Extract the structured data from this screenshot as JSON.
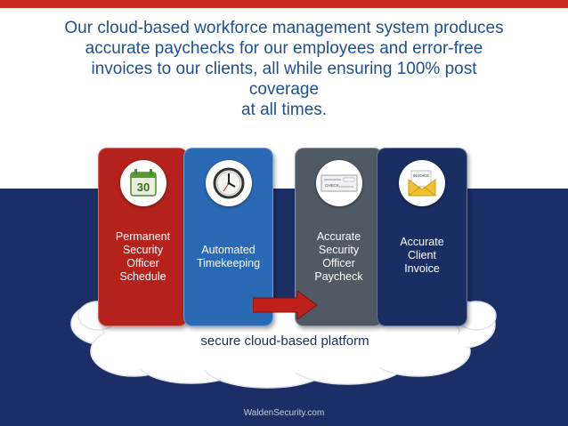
{
  "headline": {
    "lines": [
      "Our cloud-based workforce management system produces",
      "accurate paychecks for our employees and error-free",
      "invoices to our clients, all while ensuring 100% post",
      "coverage",
      "at all times."
    ]
  },
  "cards": [
    {
      "icon": "calendar-icon",
      "icon_text": "30",
      "color": "#b5221c",
      "lines": [
        "Permanent",
        "Security",
        "Officer",
        "Schedule"
      ]
    },
    {
      "icon": "clock-icon",
      "color": "#2a6ab5",
      "lines": [
        "Automated",
        "Timekeeping"
      ]
    },
    {
      "icon": "check-icon",
      "icon_text": "CHECK",
      "color": "#4f5a64",
      "lines": [
        "Accurate",
        "Security",
        "Officer",
        "Paycheck"
      ]
    },
    {
      "icon": "invoice-envelope-icon",
      "icon_text": "INVOICE",
      "color": "#1a2e63",
      "lines": [
        "Accurate",
        "Client",
        "Invoice"
      ]
    }
  ],
  "platform_label": "secure cloud-based platform",
  "footer": "WaldenSecurity.com",
  "colors": {
    "accent_red": "#c8281f",
    "navy": "#1b2f66",
    "headline_blue": "#1e4f8e"
  }
}
